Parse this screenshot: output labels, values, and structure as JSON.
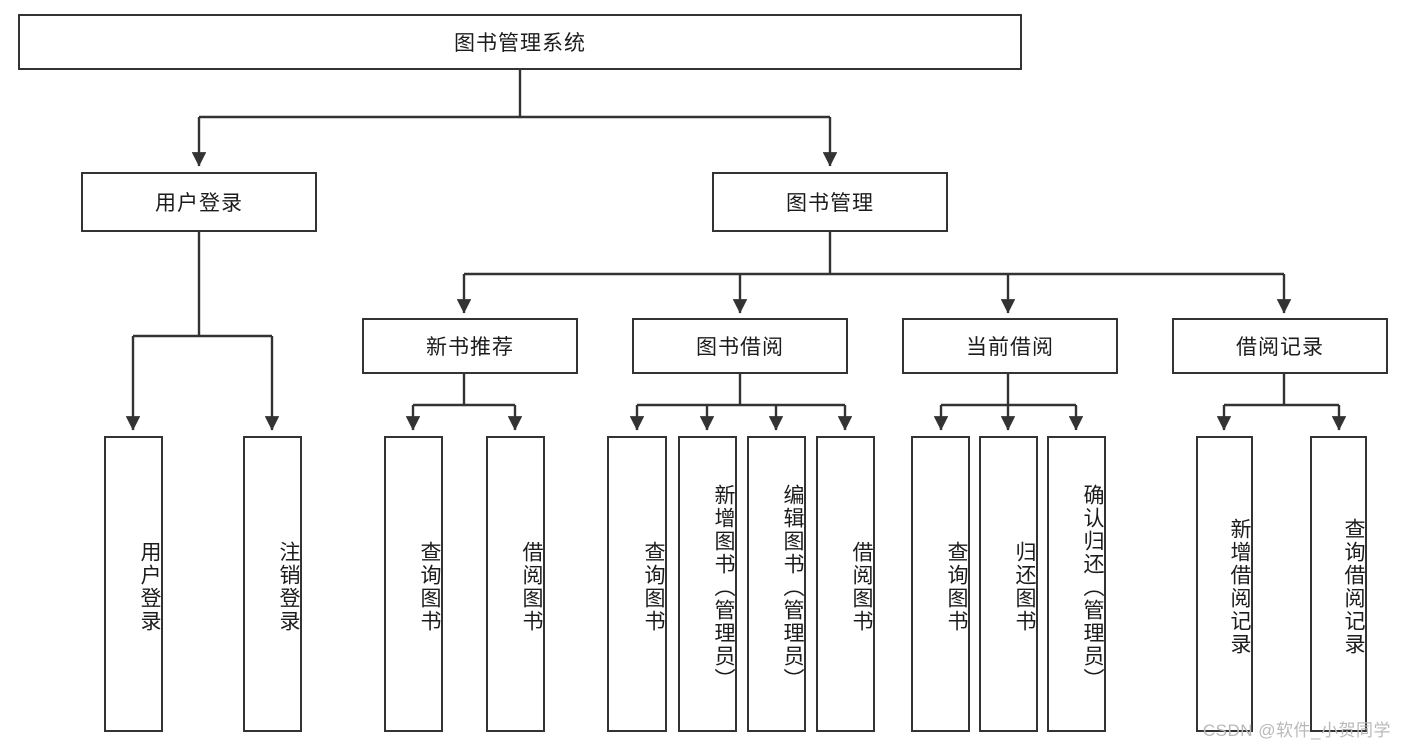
{
  "diagram": {
    "title": "图书管理系统",
    "type": "tree",
    "watermark": "CSDN @软件_小贺同学",
    "colors": {
      "stroke": "#333333",
      "fill": "#ffffff",
      "text": "#1c1c1c",
      "watermark": "#b9b9b9"
    },
    "nodes": {
      "root": "图书管理系统",
      "level1": [
        "用户登录",
        "图书管理"
      ],
      "level2": [
        "新书推荐",
        "图书借阅",
        "当前借阅",
        "借阅记录"
      ],
      "leaves_user_login": [
        "用户登录",
        "注销登录"
      ],
      "leaves_new_book": [
        "查询图书",
        "借阅图书"
      ],
      "leaves_borrow": [
        "查询图书",
        "新增图书（管理员）",
        "编辑图书（管理员）",
        "借阅图书"
      ],
      "leaves_current": [
        "查询图书",
        "归还图书",
        "确认归还（管理员）"
      ],
      "leaves_records": [
        "新增借阅记录",
        "查询借阅记录"
      ]
    }
  }
}
